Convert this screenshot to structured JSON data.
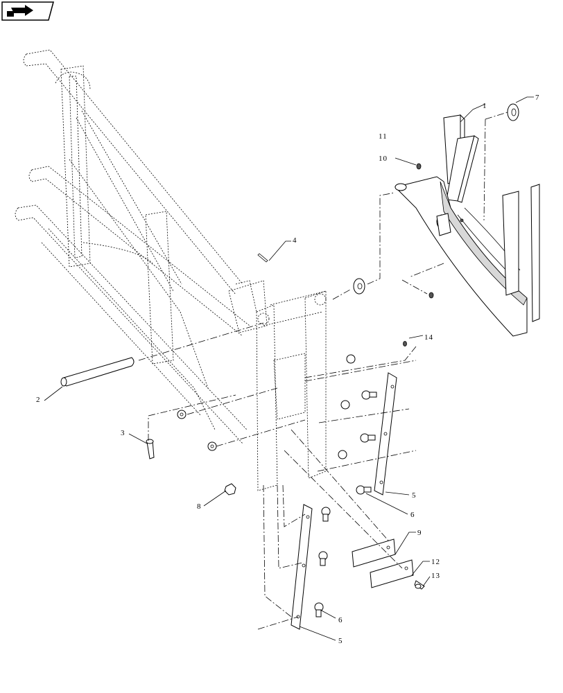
{
  "callouts": [
    {
      "id": "1",
      "label": "1"
    },
    {
      "id": "2",
      "label": "2"
    },
    {
      "id": "3",
      "label": "3"
    },
    {
      "id": "4",
      "label": "4"
    },
    {
      "id": "5a",
      "label": "5"
    },
    {
      "id": "5b",
      "label": "5"
    },
    {
      "id": "6a",
      "label": "6"
    },
    {
      "id": "6b",
      "label": "6"
    },
    {
      "id": "7",
      "label": "7"
    },
    {
      "id": "8",
      "label": "8"
    },
    {
      "id": "9",
      "label": "9"
    },
    {
      "id": "10",
      "label": "10"
    },
    {
      "id": "11",
      "label": "11"
    },
    {
      "id": "12",
      "label": "12"
    },
    {
      "id": "13",
      "label": "13"
    },
    {
      "id": "14",
      "label": "14"
    }
  ],
  "icons": {
    "corner": "next-page-arrow-icon"
  }
}
